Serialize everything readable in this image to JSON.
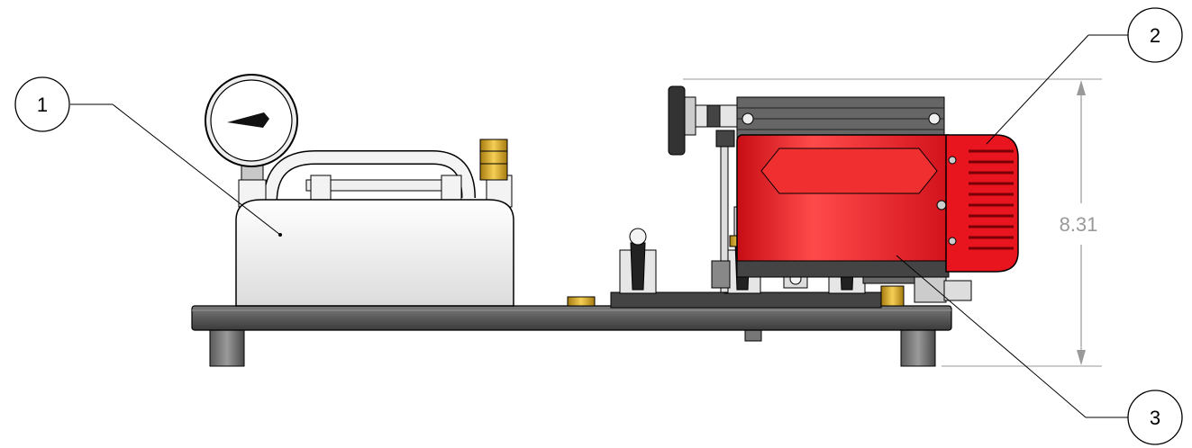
{
  "callouts": [
    {
      "id": "1",
      "label": "1"
    },
    {
      "id": "2",
      "label": "2"
    },
    {
      "id": "3",
      "label": "3"
    }
  ],
  "dimension": {
    "value": "8.31"
  },
  "colors": {
    "base_plate": "#5a5a5a",
    "tank": "#f2f2f2",
    "motor": "#e8141e",
    "motor_dark": "#a30a10",
    "brass": "#d9a520",
    "line": "#000000",
    "dim_line": "#999999"
  }
}
